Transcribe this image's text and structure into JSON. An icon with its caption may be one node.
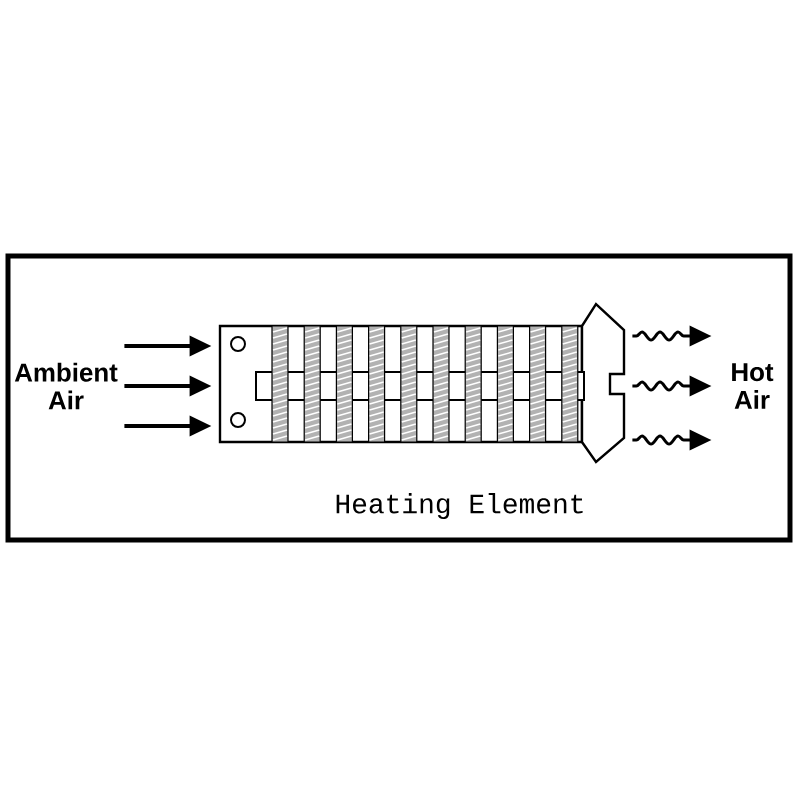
{
  "diagram": {
    "nodes": [
      {
        "text": [
          "Ambient Air"
        ]
      },
      {
        "text": [],
        "shape": "picture",
        "beside": [
          "Heating Element"
        ]
      },
      {
        "text": [
          "Hot Air"
        ]
      }
    ],
    "edges": [
      {
        "from": 0,
        "to": 1,
        "arrow": "to"
      },
      {
        "from": 0,
        "to": 1,
        "arrow": "to"
      },
      {
        "from": 0,
        "to": 1,
        "arrow": "to"
      },
      {
        "from": 1,
        "to": 2,
        "arrow": "to"
      },
      {
        "from": 1,
        "to": 2,
        "arrow": "to"
      },
      {
        "from": 1,
        "to": 2,
        "arrow": "to"
      }
    ]
  }
}
